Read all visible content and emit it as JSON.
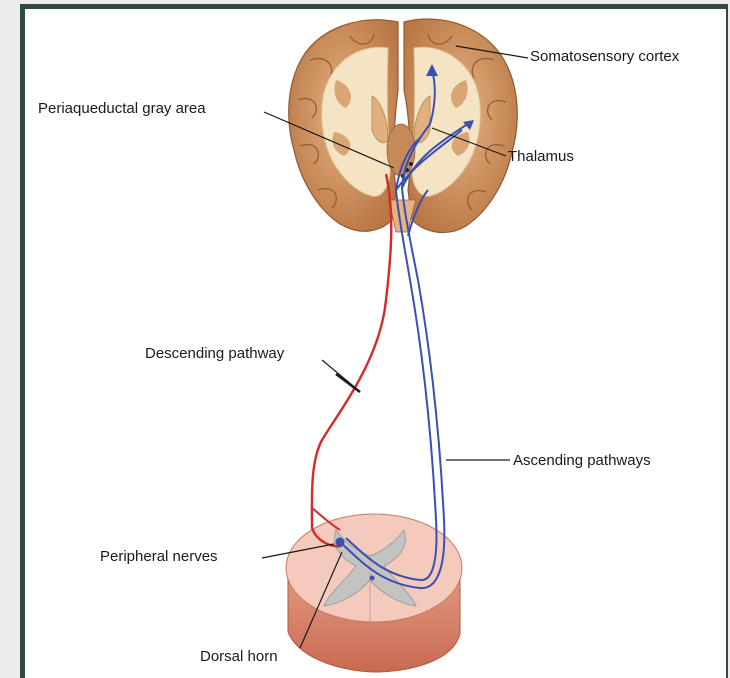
{
  "labels": {
    "somatosensory_cortex": "Somatosensory cortex",
    "periaqueductal_gray": "Periaqueductal gray area",
    "thalamus": "Thalamus",
    "descending_pathway": "Descending pathway",
    "ascending_pathways": "Ascending pathways",
    "peripheral_nerves": "Peripheral nerves",
    "dorsal_horn": "Dorsal horn"
  },
  "colors": {
    "descending": "#d42a2a",
    "ascending": "#3b4fb0",
    "brain_cortex": "#c98c55",
    "brain_white_matter": "#f4e4c4",
    "spinal_cord": "#f0c0b4",
    "gray_matter": "#b9b9b9",
    "frame": "#2f4a41"
  }
}
